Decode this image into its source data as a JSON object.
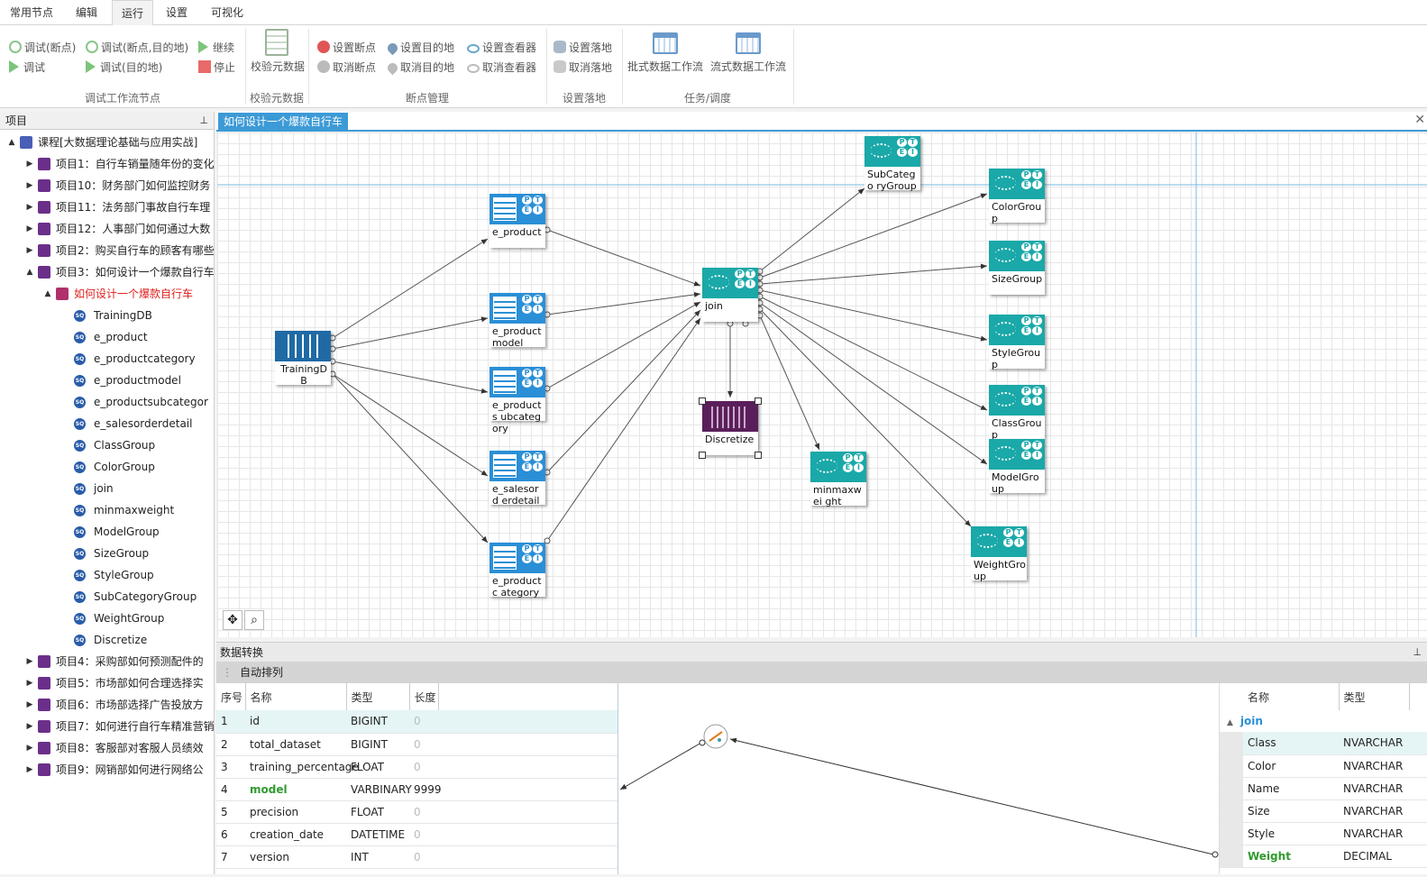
{
  "menu": {
    "tabs": [
      "常用节点",
      "编辑",
      "运行",
      "设置",
      "可视化"
    ],
    "active": "运行"
  },
  "ribbon": {
    "debug": {
      "debug_bp": "调试(断点)",
      "debug_bp_target": "调试(断点,目的地)",
      "continue": "继续",
      "debug": "调试",
      "debug_target": "调试(目的地)",
      "stop": "停止",
      "group": "调试工作流节点"
    },
    "validate": {
      "label": "校验元数据",
      "group": "校验元数据"
    },
    "breakpoints": {
      "set_bp": "设置断点",
      "set_target": "设置目的地",
      "set_viewer": "设置查看器",
      "cancel_bp": "取消断点",
      "cancel_target": "取消目的地",
      "cancel_viewer": "取消查看器",
      "group": "断点管理"
    },
    "landing": {
      "set": "设置落地",
      "cancel": "取消落地",
      "group": "设置落地"
    },
    "tasks": {
      "batch": "批式数据工作流",
      "stream": "流式数据工作流",
      "group": "任务/调度"
    }
  },
  "left_panel": {
    "title": "项目",
    "pin": "ᵖ",
    "root": "课程[大数据理论基础与应用实战]",
    "projects_top": [
      "项目1：自行车销量随年份的变化",
      "项目10：财务部门如何监控财务",
      "项目11：法务部门事故自行车理",
      "项目12：人事部门如何通过大数",
      "项目2：购买自行车的顾客有哪些",
      "项目3：如何设计一个爆款自行车"
    ],
    "workflow": "如何设计一个爆款自行车",
    "sql_items": [
      "TrainingDB",
      "e_product",
      "e_productcategory",
      "e_productmodel",
      "e_productsubcategor",
      "e_salesorderdetail",
      "ClassGroup",
      "ColorGroup",
      "join",
      "minmaxweight",
      "ModelGroup",
      "SizeGroup",
      "StyleGroup",
      "SubCategoryGroup",
      "WeightGroup",
      "Discretize"
    ],
    "projects_bottom": [
      "项目4：采购部如何预测配件的",
      "项目5：市场部如何合理选择实",
      "项目6：市场部选择广告投放方",
      "项目7：如何进行自行车精准营销",
      "项目8：客服部对客服人员绩效",
      "项目9：网销部如何进行网络公"
    ]
  },
  "doc_tab": {
    "title": "如何设计一个爆款自行车"
  },
  "nodes": {
    "TrainingDB": "TrainingDB",
    "e_product": "e_product",
    "e_productmodel": "e_product model",
    "e_productsubcategory": "e_products ubcategory",
    "e_salesorderdetail": "e_salesord erdetail",
    "e_productcategory": "e_productc ategory",
    "join": "join",
    "Discretize": "Discretize",
    "minmaxweight": "minmaxwei ght",
    "SubCategoryGroup": "SubCatego ryGroup",
    "ColorGroup": "ColorGrou p",
    "SizeGroup": "SizeGroup",
    "StyleGroup": "StyleGroup",
    "ClassGroup": "ClassGroup",
    "ModelGroup": "ModelGro up",
    "WeightGroup": "WeightGro up"
  },
  "node_badge": {
    "p": "P",
    "t": "T",
    "e": "E",
    "i": "I"
  },
  "bottom": {
    "title": "数据转换",
    "toolbar": "自动排列",
    "left_table": {
      "headers": [
        "序号",
        "名称",
        "类型",
        "长度"
      ],
      "rows": [
        [
          "1",
          "id",
          "BIGINT",
          "0"
        ],
        [
          "2",
          "total_dataset",
          "BIGINT",
          "0"
        ],
        [
          "3",
          "training_percentage",
          "FLOAT",
          "0"
        ],
        [
          "4",
          "model",
          "VARBINARY",
          "9999"
        ],
        [
          "5",
          "precision",
          "FLOAT",
          "0"
        ],
        [
          "6",
          "creation_date",
          "DATETIME",
          "0"
        ],
        [
          "7",
          "version",
          "INT",
          "0"
        ]
      ]
    },
    "right_table": {
      "headers": [
        "名称",
        "类型"
      ],
      "group": "join",
      "rows": [
        [
          "Class",
          "NVARCHAR"
        ],
        [
          "Color",
          "NVARCHAR"
        ],
        [
          "Name",
          "NVARCHAR"
        ],
        [
          "Size",
          "NVARCHAR"
        ],
        [
          "Style",
          "NVARCHAR"
        ],
        [
          "Weight",
          "DECIMAL"
        ]
      ]
    }
  }
}
